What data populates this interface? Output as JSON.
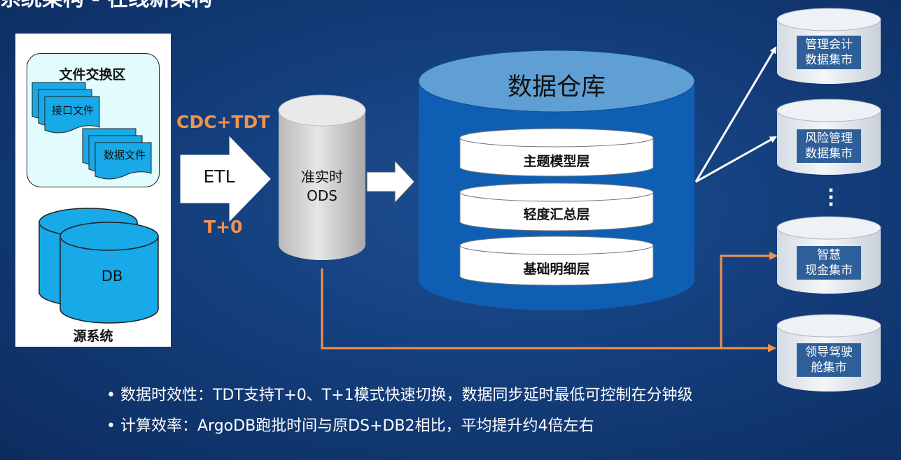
{
  "title": "系统架构 - 在线新架构",
  "source_system": {
    "label": "源系统",
    "exchange_area": {
      "title": "文件交换区",
      "files": [
        "接口文件",
        "数据文件"
      ]
    },
    "db_label": "DB"
  },
  "etl": {
    "top_label": "CDC+TDT",
    "arrow_label": "ETL",
    "bottom_label": "T+0"
  },
  "ods": {
    "line1": "准实时",
    "line2": "ODS"
  },
  "warehouse": {
    "title": "数据仓库",
    "layers": [
      "主题模型层",
      "轻度汇总层",
      "基础明细层"
    ]
  },
  "marts": [
    {
      "line1": "管理会计",
      "line2": "数据集市"
    },
    {
      "line1": "风险管理",
      "line2": "数据集市"
    },
    {
      "line1": "智慧",
      "line2": "现金集市"
    },
    {
      "line1": "领导驾驶",
      "line2": "舱集市"
    }
  ],
  "bullets": [
    "数据时效性：TDT支持T+0、T+1模式快速切换，数据同步延时最低可控制在分钟级",
    "计算效率：ArgoDB跑批时间与原DS+DB2相比，平均提升约4倍左右"
  ],
  "colors": {
    "background": "#143e7c",
    "orange": "#f2934c",
    "warehouse_blue": "#0e5fb3",
    "source_db": "#17a9e8",
    "mart_label_bg": "#2e5f99"
  }
}
